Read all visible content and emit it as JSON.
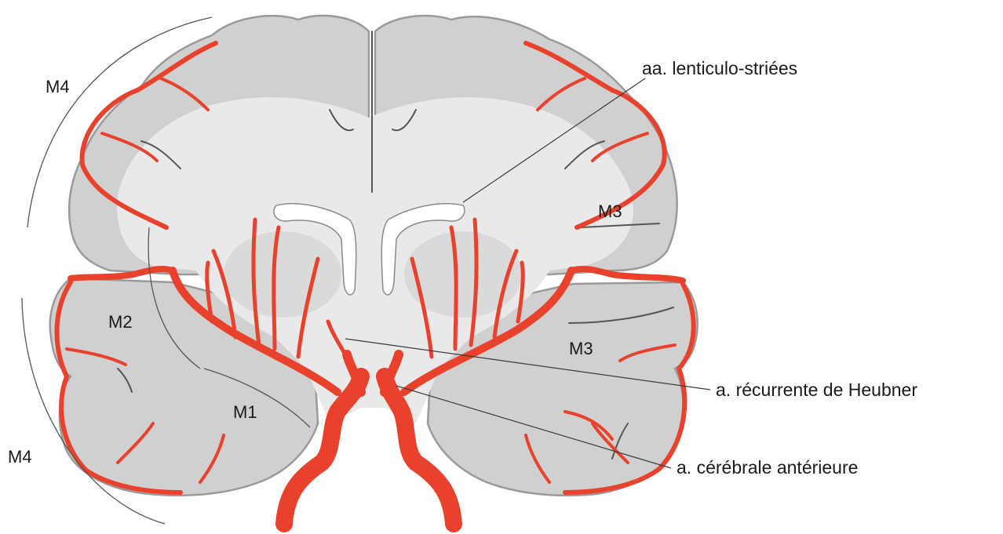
{
  "colors": {
    "artery": "#e8412c",
    "cortex": "#d0d0d0",
    "white_matter": "#e9e9e9",
    "ventricle": "#ffffff"
  },
  "segments": {
    "m4_upper": "M4",
    "m4_lower": "M4",
    "m3_upper": "M3",
    "m3_lower": "M3",
    "m2": "M2",
    "m1": "M1"
  },
  "callouts": {
    "lenticulostriate": "aa. lenticulo-striées",
    "heubner": "a. récurrente de Heubner",
    "anterior_cerebral": "a. cérébrale antérieure"
  }
}
